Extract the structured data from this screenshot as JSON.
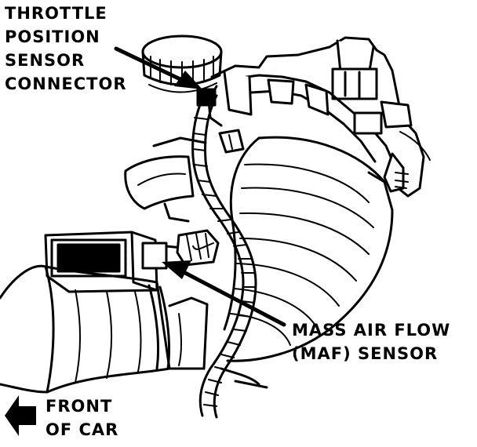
{
  "labels": {
    "tps": [
      "THROTTLE",
      "POSITION",
      "SENSOR",
      "CONNECTOR"
    ],
    "maf": [
      "MASS AIR FLOW",
      "(MAF) SENSOR"
    ],
    "front": [
      "FRONT",
      "OF CAR"
    ]
  },
  "colors": {
    "ink": "#000000",
    "paper": "#ffffff"
  },
  "icons": {
    "front_arrow": "left-arrow-icon"
  }
}
